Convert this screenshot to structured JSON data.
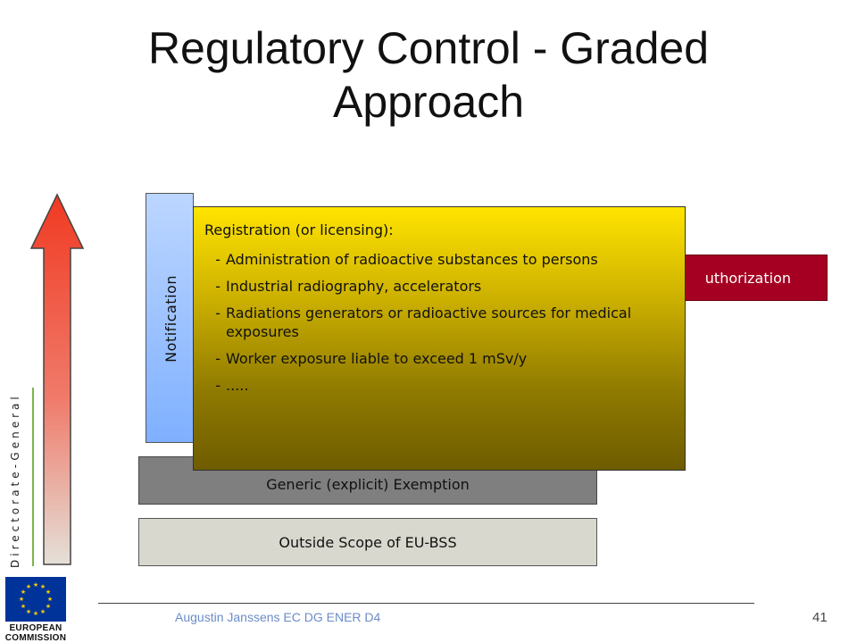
{
  "slide": {
    "title": "Regulatory Control  - Graded Approach",
    "sidebar_text": "Directorate-General",
    "boxes": {
      "notification": "Notification",
      "authorization": "uthorization",
      "generic_exemption": "Generic (explicit) Exemption",
      "outside_scope": "Outside Scope of EU-BSS"
    },
    "registration": {
      "heading": "Registration (or licensing):",
      "items": [
        "Administration of radioactive substances to persons",
        "Industrial radiography, accelerators",
        "Radiations generators or radioactive sources for medical exposures",
        "Worker exposure liable to exceed 1 mSv/y",
        "....."
      ],
      "bullet": "-"
    },
    "footer": {
      "author": "Augustin Janssens EC DG ENER D4",
      "page_number": "41"
    },
    "logo": {
      "line1": "EUROPEAN",
      "line2": "COMMISSION"
    }
  },
  "colors": {
    "authorization_bg": "#a50021",
    "registration_top": "#ffe400",
    "registration_bottom": "#6e5c00",
    "notification_bg": "#7fb0ff",
    "exemption_bg": "#7f7f7f",
    "outside_bg": "#d9d8ce",
    "arrow_top": "#f03a22",
    "eu_blue": "#003399",
    "eu_star": "#ffcc00"
  }
}
